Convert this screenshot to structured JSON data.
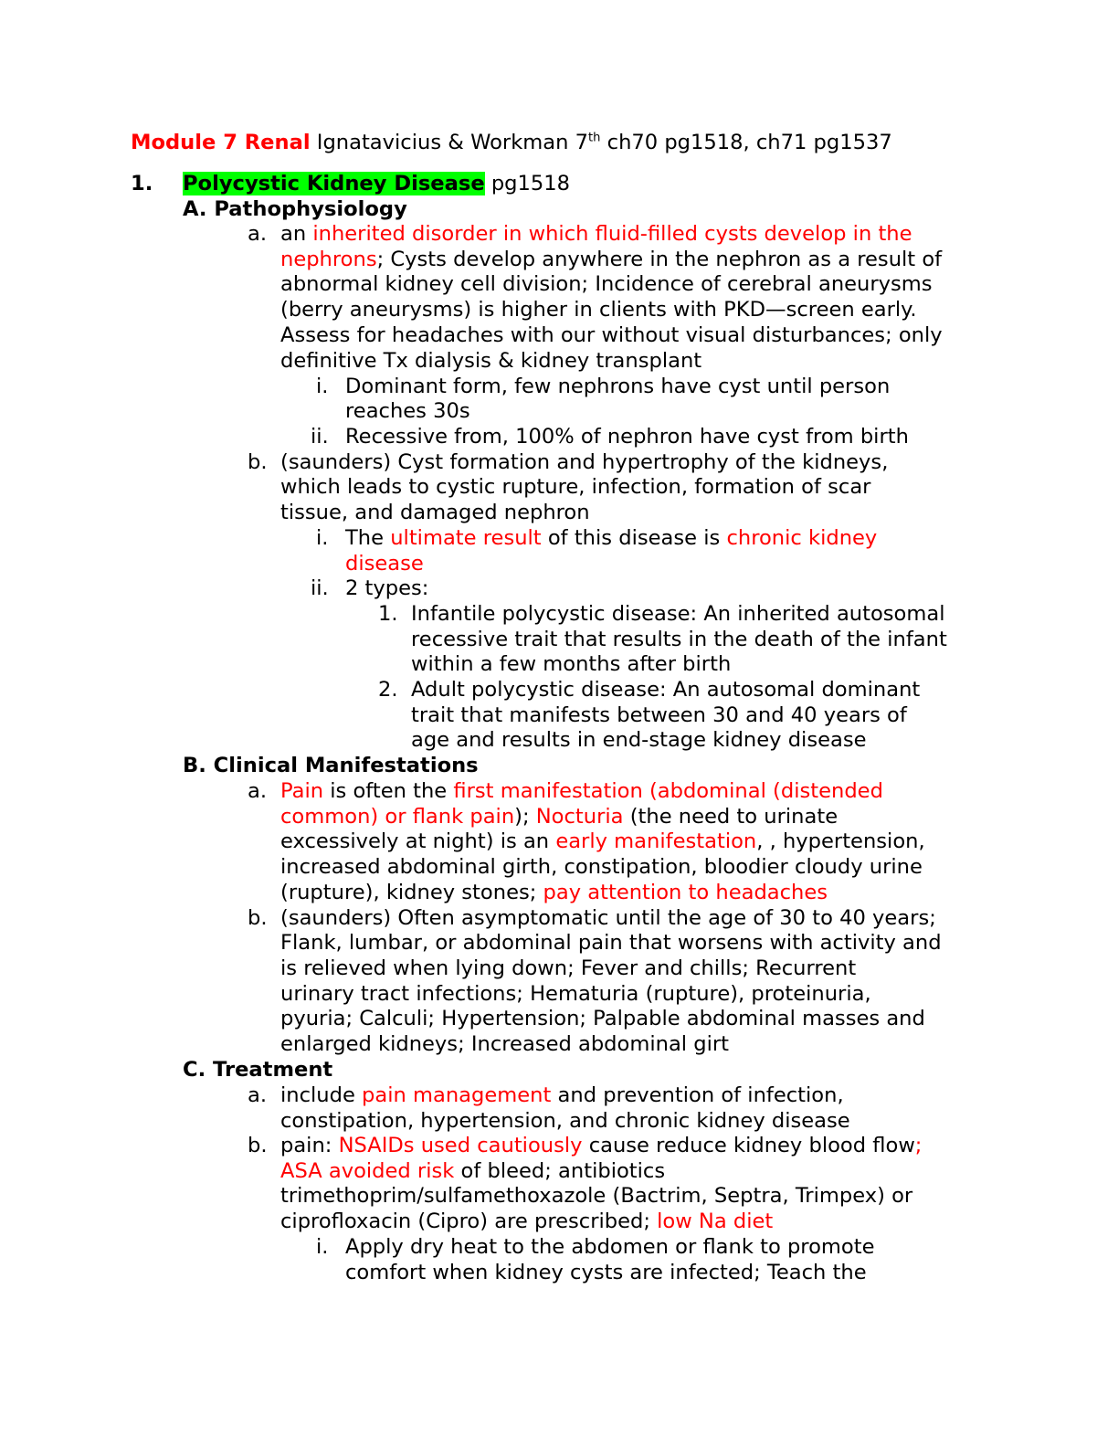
{
  "document": {
    "title": {
      "module": "Module 7 Renal",
      "source_pre": "Ignatavicius & Workman 7",
      "source_sup": "th",
      "source_post": " ch70 pg1518, ch71 pg1537"
    },
    "section1": {
      "number": "1.",
      "heading": "Polycystic Kidney Disease",
      "page_ref": " pg1518",
      "A": {
        "heading": "A. Pathophysiology",
        "a": {
          "marker": "a.",
          "lines": [
            [
              {
                "t": "an ",
                "c": "black"
              },
              {
                "t": "inherited disorder in which fluid-filled cysts develop in the",
                "c": "red"
              }
            ],
            [
              {
                "t": "nephrons",
                "c": "red"
              },
              {
                "t": "; Cysts develop anywhere in the nephron as a result of",
                "c": "black"
              }
            ],
            [
              {
                "t": "abnormal kidney cell division; Incidence of cerebral aneurysms",
                "c": "black"
              }
            ],
            [
              {
                "t": "(berry aneurysms) is higher in clients with PKD—screen early.",
                "c": "black"
              }
            ],
            [
              {
                "t": "Assess for headaches with our without visual disturbances; only",
                "c": "black"
              }
            ],
            [
              {
                "t": "definitive Tx dialysis & kidney transplant",
                "c": "black"
              }
            ]
          ],
          "sub": [
            {
              "marker": "i.",
              "lines": [
                "Dominant form, few nephrons have cyst until person",
                "reaches 30s"
              ]
            },
            {
              "marker": "ii.",
              "lines": [
                "Recessive from, 100% of nephron have cyst from birth"
              ]
            }
          ]
        },
        "b": {
          "marker": "b.",
          "lines": [
            "(saunders) Cyst formation and hypertrophy of the kidneys,",
            "which leads to cystic rupture, infection, formation of scar",
            "tissue, and damaged nephron"
          ],
          "sub_i": {
            "marker": "i.",
            "line1": [
              {
                "t": "The ",
                "c": "black"
              },
              {
                "t": "ultimate result",
                "c": "red"
              },
              {
                "t": " of this disease is ",
                "c": "black"
              },
              {
                "t": "chronic kidney",
                "c": "red"
              }
            ],
            "line2": [
              {
                "t": "disease",
                "c": "red"
              }
            ]
          },
          "sub_ii": {
            "marker": "ii.",
            "text": "2 types:",
            "items": [
              {
                "marker": "1.",
                "lines": [
                  "Infantile polycystic disease: An inherited autosomal",
                  "recessive trait that results in the death of the infant",
                  "within a few months after birth"
                ]
              },
              {
                "marker": "2.",
                "lines": [
                  "Adult polycystic disease: An autosomal dominant",
                  "trait that manifests between 30 and 40 years of",
                  "age and results in end-stage kidney disease"
                ]
              }
            ]
          }
        }
      },
      "B": {
        "heading": "B. Clinical Manifestations",
        "a": {
          "marker": "a.",
          "lines": [
            [
              {
                "t": "Pain",
                "c": "red"
              },
              {
                "t": " is often the ",
                "c": "black"
              },
              {
                "t": "first manifestation (abdominal (distended",
                "c": "red"
              }
            ],
            [
              {
                "t": "common) or flank pain",
                "c": "red"
              },
              {
                "t": "); ",
                "c": "black"
              },
              {
                "t": "Nocturia",
                "c": "red"
              },
              {
                "t": " (the need to urinate",
                "c": "black"
              }
            ],
            [
              {
                "t": "excessively at night) is an ",
                "c": "black"
              },
              {
                "t": "early manifestation",
                "c": "red"
              },
              {
                "t": ", , hypertension,",
                "c": "black"
              }
            ],
            [
              {
                "t": "increased abdominal girth, constipation, bloodier cloudy urine",
                "c": "black"
              }
            ],
            [
              {
                "t": "(rupture), kidney stones; ",
                "c": "black"
              },
              {
                "t": "pay attention to headaches",
                "c": "red"
              }
            ]
          ]
        },
        "b": {
          "marker": "b.",
          "lines": [
            "(saunders) Often asymptomatic until the age of 30 to 40 years;",
            "Flank, lumbar, or abdominal pain that worsens with activity and",
            "is relieved when lying down;  Fever and chills;  Recurrent",
            "urinary tract infections; Hematuria (rupture), proteinuria,",
            "pyuria; Calculi; Hypertension; Palpable abdominal masses and",
            "enlarged kidneys; Increased abdominal girt"
          ]
        }
      },
      "C": {
        "heading": "C. Treatment",
        "a": {
          "marker": "a.",
          "lines": [
            [
              {
                "t": "include ",
                "c": "black"
              },
              {
                "t": "pain management",
                "c": "red"
              },
              {
                "t": " and prevention of infection,",
                "c": "black"
              }
            ],
            [
              {
                "t": "constipation, hypertension, and chronic kidney disease",
                "c": "black"
              }
            ]
          ]
        },
        "b": {
          "marker": "b.",
          "lines": [
            [
              {
                "t": "pain: ",
                "c": "black"
              },
              {
                "t": "NSAIDs used cautiously",
                "c": "red"
              },
              {
                "t": " cause reduce kidney blood flow",
                "c": "black"
              },
              {
                "t": ";",
                "c": "red"
              }
            ],
            [
              {
                "t": "ASA avoided risk",
                "c": "red"
              },
              {
                "t": " of bleed; antibiotics",
                "c": "black"
              }
            ],
            [
              {
                "t": "trimethoprim/sulfamethoxazole (Bactrim, Septra, Trimpex) or",
                "c": "black"
              }
            ],
            [
              {
                "t": "ciprofloxacin (Cipro) are prescribed; ",
                "c": "black"
              },
              {
                "t": "low Na diet",
                "c": "red"
              }
            ]
          ],
          "sub": [
            {
              "marker": "i.",
              "lines": [
                "Apply dry heat to the abdomen or flank to promote",
                "comfort when kidney cysts are infected; Teach the"
              ]
            }
          ]
        }
      }
    },
    "colors": {
      "emphasis_red": "#ff0000",
      "highlight_green": "#00ff00",
      "text": "#000000"
    }
  }
}
